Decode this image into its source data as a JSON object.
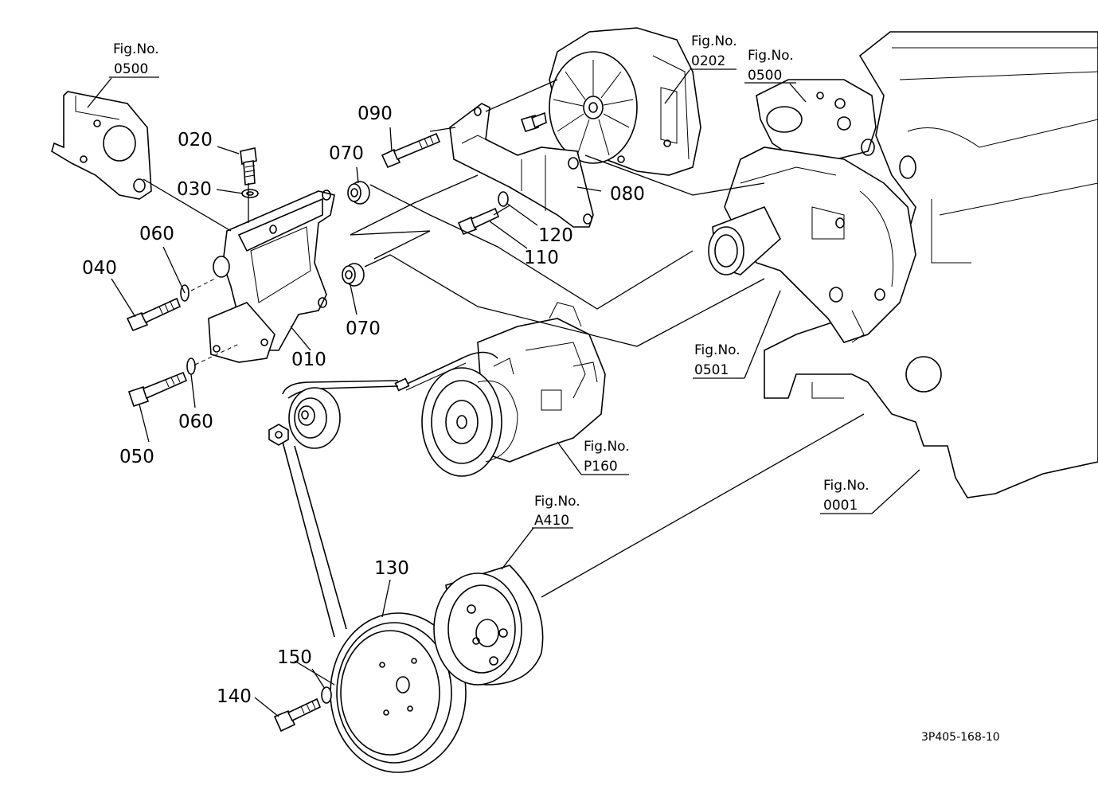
{
  "callouts": {
    "p020": "020",
    "p030": "030",
    "p040": "040",
    "p050": "050",
    "p060a": "060",
    "p060b": "060",
    "p070a": "070",
    "p070b": "070",
    "p080": "080",
    "p090": "090",
    "p010": "010",
    "p110": "110",
    "p120": "120",
    "p130": "130",
    "p140": "140",
    "p150": "150"
  },
  "figure_refs": [
    {
      "title": "Fig.No.",
      "number": "0500"
    },
    {
      "title": "Fig.No.",
      "number": "0202"
    },
    {
      "title": "Fig.No.",
      "number": "0500"
    },
    {
      "title": "Fig.No.",
      "number": "0501"
    },
    {
      "title": "Fig.No.",
      "number": "P160"
    },
    {
      "title": "Fig.No.",
      "number": "0001"
    },
    {
      "title": "Fig.No.",
      "number": "A410"
    }
  ],
  "drawing_code": "3P405-168-10"
}
